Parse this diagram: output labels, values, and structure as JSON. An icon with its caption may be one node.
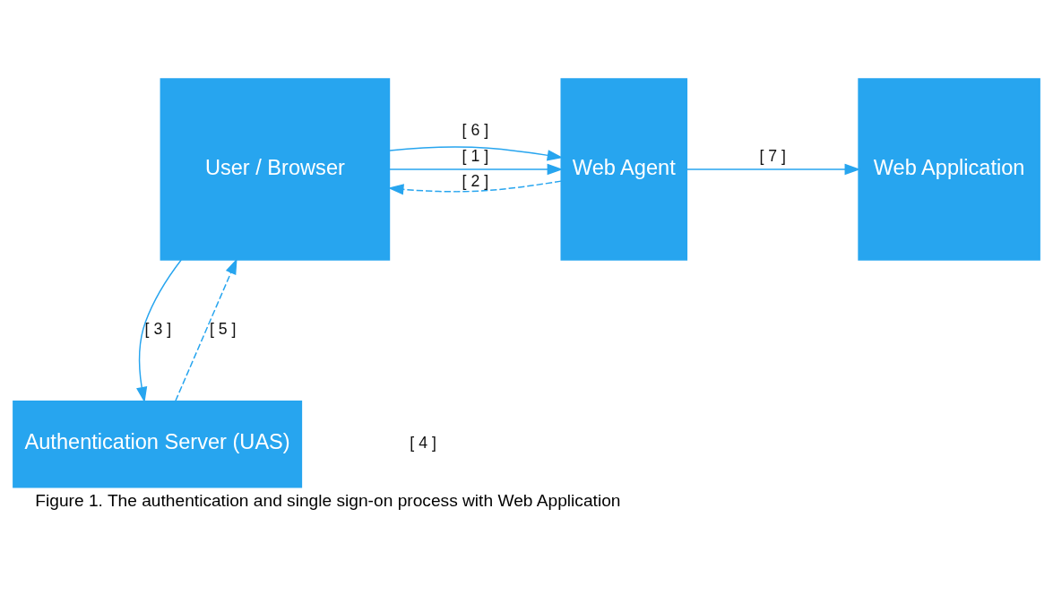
{
  "diagram": {
    "caption": "Figure 1. The authentication and single sign-on process with Web Application",
    "nodes": [
      {
        "text": [
          "User / Browser"
        ]
      },
      {
        "text": [
          "Web Agent"
        ]
      },
      {
        "text": [
          "Web Application"
        ]
      },
      {
        "text": [
          "Authentication Server (UAS)"
        ]
      }
    ],
    "edges": [
      {
        "from": 0,
        "to": 1,
        "arrow": "to",
        "label": "[ 1 ]"
      },
      {
        "from": 1,
        "to": 0,
        "arrow": "to",
        "label": "[ 2 ]",
        "style": "dashed"
      },
      {
        "from": 0,
        "to": 3,
        "arrow": "to",
        "label": "[ 3 ]"
      },
      {
        "from": 3,
        "to": 0,
        "arrow": "to",
        "label": "[ 5 ]",
        "style": "dashed"
      },
      {
        "from": 0,
        "to": 1,
        "arrow": "to",
        "label": "[ 6 ]"
      },
      {
        "from": 1,
        "to": 2,
        "arrow": "to",
        "label": "[ 7 ]"
      }
    ],
    "labels": [
      "[ 4 ]"
    ]
  }
}
